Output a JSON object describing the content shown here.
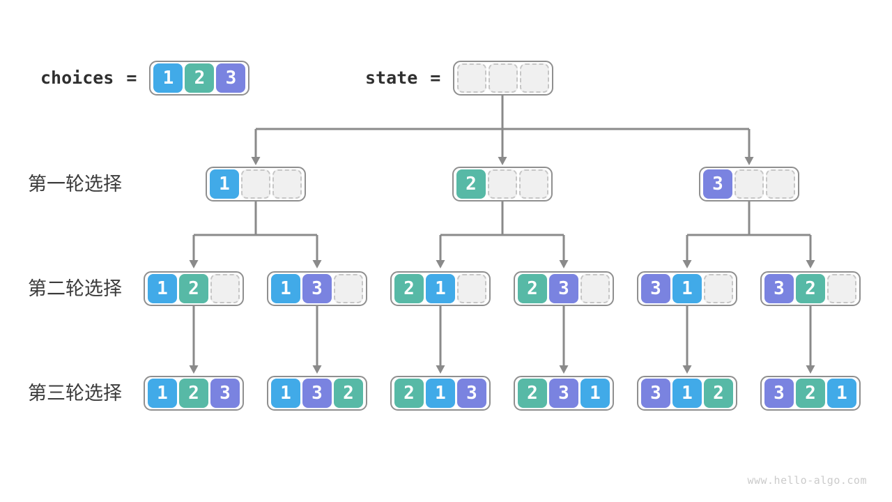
{
  "header": {
    "choices_label": "choices",
    "state_label": "state",
    "equals": "=",
    "choices_cells": [
      "1",
      "2",
      "3"
    ],
    "state_cells": [
      null,
      null,
      null
    ]
  },
  "rows": [
    {
      "label": "第一轮选择",
      "boxes": [
        {
          "cells": [
            "1",
            null,
            null
          ]
        },
        {
          "cells": [
            "2",
            null,
            null
          ]
        },
        {
          "cells": [
            "3",
            null,
            null
          ]
        }
      ]
    },
    {
      "label": "第二轮选择",
      "boxes": [
        {
          "cells": [
            "1",
            "2",
            null
          ]
        },
        {
          "cells": [
            "1",
            "3",
            null
          ]
        },
        {
          "cells": [
            "2",
            "1",
            null
          ]
        },
        {
          "cells": [
            "2",
            "3",
            null
          ]
        },
        {
          "cells": [
            "3",
            "1",
            null
          ]
        },
        {
          "cells": [
            "3",
            "2",
            null
          ]
        }
      ]
    },
    {
      "label": "第三轮选择",
      "boxes": [
        {
          "cells": [
            "1",
            "2",
            "3"
          ]
        },
        {
          "cells": [
            "1",
            "3",
            "2"
          ]
        },
        {
          "cells": [
            "2",
            "1",
            "3"
          ]
        },
        {
          "cells": [
            "2",
            "3",
            "1"
          ]
        },
        {
          "cells": [
            "3",
            "1",
            "2"
          ]
        },
        {
          "cells": [
            "3",
            "2",
            "1"
          ]
        }
      ]
    }
  ],
  "colors": {
    "1": "#41aae8",
    "2": "#57b9a6",
    "3": "#7a83e0",
    "arrow": "#8a8a8a",
    "box_border": "#8f8f8f"
  },
  "watermark": "www.hello-algo.com"
}
